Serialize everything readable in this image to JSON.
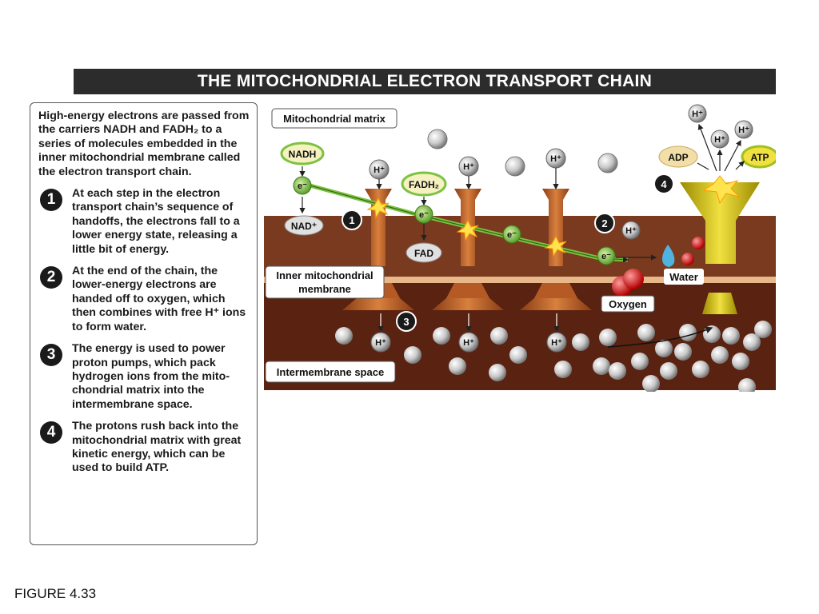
{
  "title": "THE MITOCHONDRIAL ELECTRON TRANSPORT CHAIN",
  "figure_label": "FIGURE 4.33",
  "panel": {
    "intro": "High-energy electrons are passed from the carriers NADH and FADH₂ to a series of molecules embedded in the inner mitochondrial membrane called the electron transport chain.",
    "steps": [
      {
        "num": "1",
        "text": "At each step in the electron transport chain’s sequence of handoffs, the electrons fall to a lower energy state, releasing a little bit of energy."
      },
      {
        "num": "2",
        "text": "At the end of the chain, the lower-energy electrons are handed off to oxygen, which then combines with free H⁺ ions to form water."
      },
      {
        "num": "3",
        "text": "The energy is used to power proton pumps, which pack hydrogen ions from the mito-chondrial matrix into the intermembrane space."
      },
      {
        "num": "4",
        "text": "The protons rush back into the mitochondrial matrix with great kinetic energy, which can be used to build ATP."
      }
    ]
  },
  "diagram": {
    "region_matrix": "Mitochondrial matrix",
    "region_membrane_l1": "Inner mitochondrial",
    "region_membrane_l2": "membrane",
    "region_intermembrane": "Intermembrane space",
    "nadh": "NADH",
    "nad_plus": "NAD⁺",
    "fadh2": "FADH₂",
    "fad": "FAD",
    "electron": "e⁻",
    "proton": "H⁺",
    "adp": "ADP",
    "atp": "ATP",
    "water": "Water",
    "oxygen": "Oxygen",
    "marker_1": "1",
    "marker_2": "2",
    "marker_3": "3",
    "marker_4": "4"
  },
  "colors": {
    "matrix_bg": "#ffffff",
    "membrane": "#7a3a1f",
    "membrane_band": "#e8b88a",
    "intermembrane": "#5a2210",
    "pump": "#c0652a",
    "electron_path": "#7dc242",
    "atp_synthase": "#c9b800",
    "title_bar": "#2c2c2c"
  }
}
